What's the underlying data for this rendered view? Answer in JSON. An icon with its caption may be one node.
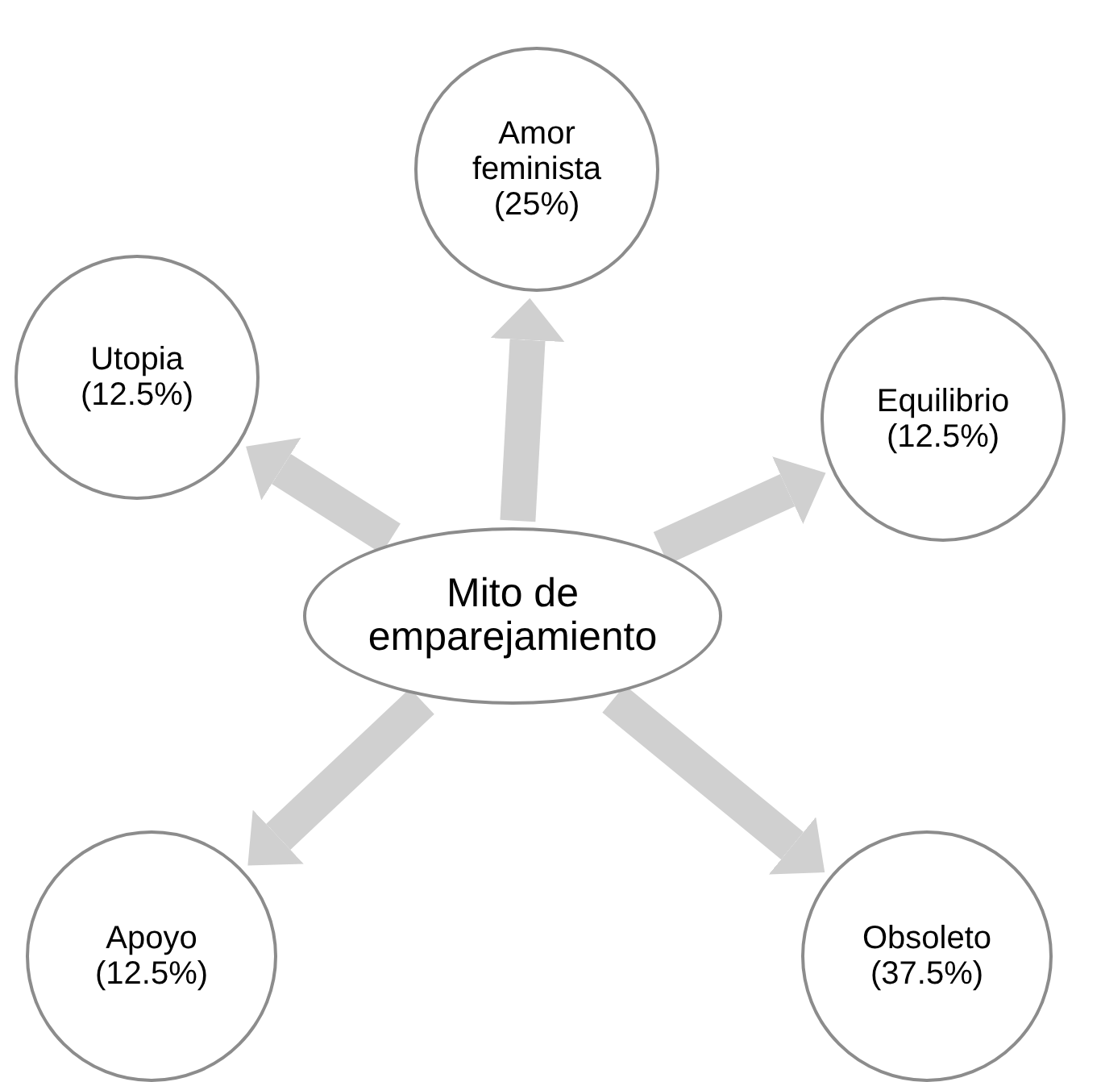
{
  "diagram": {
    "nodes": [
      {
        "text": [
          "Mito de emparejamiento"
        ]
      },
      {
        "text": [
          "Amor feminista (25%)"
        ]
      },
      {
        "text": [
          "Utopia (12.5%)"
        ]
      },
      {
        "text": [
          "Equilibrio (12.5%)"
        ]
      },
      {
        "text": [
          "Apoyo (12.5%)"
        ]
      },
      {
        "text": [
          "Obsoleto (37.5%)"
        ]
      }
    ],
    "edges": [
      {
        "from": 0,
        "to": 1,
        "arrow": "to"
      },
      {
        "from": 0,
        "to": 2,
        "arrow": "to"
      },
      {
        "from": 0,
        "to": 3,
        "arrow": "to"
      },
      {
        "from": 0,
        "to": 4,
        "arrow": "to"
      },
      {
        "from": 0,
        "to": 5,
        "arrow": "to"
      }
    ]
  }
}
